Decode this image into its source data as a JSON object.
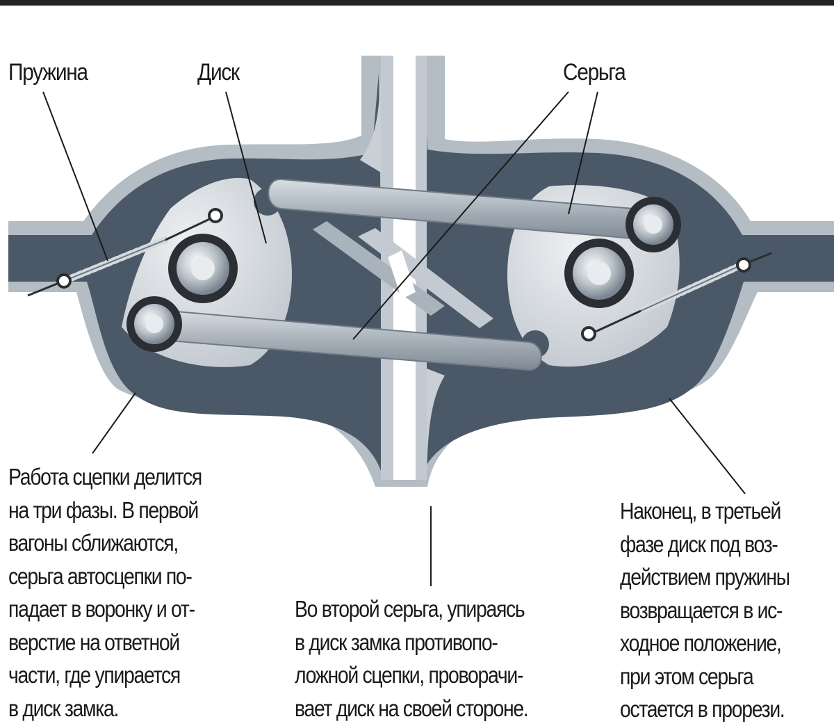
{
  "labels": {
    "spring": "Пружина",
    "disk": "Диск",
    "link": "Серьга"
  },
  "captions": {
    "phase1": [
      "Работа сцепки делится",
      "на три фазы. В первой",
      "вагоны сближаются,",
      "серьга автосцепки по-",
      "падает в воронку и от-",
      "верстие на ответной",
      "части, где упирается",
      "в диск замка."
    ],
    "phase2": [
      "Во второй серьга, упираясь",
      "в диск замка противопо-",
      "ложной сцепки, проворачи-",
      "вает диск на своей стороне."
    ],
    "phase3": [
      "Наконец, в третьей",
      "фазе диск под воз-",
      "действием пружины",
      "возвращается в ис-",
      "ходное положение,",
      "при этом серьга",
      "остается в прорези."
    ]
  },
  "colors": {
    "outer_shell": "#b4bcc4",
    "body_dark": "#4b5867",
    "disk_light": "#d2d7dc",
    "link_rod": "#a6afb7",
    "text": "#1a1a1a"
  }
}
